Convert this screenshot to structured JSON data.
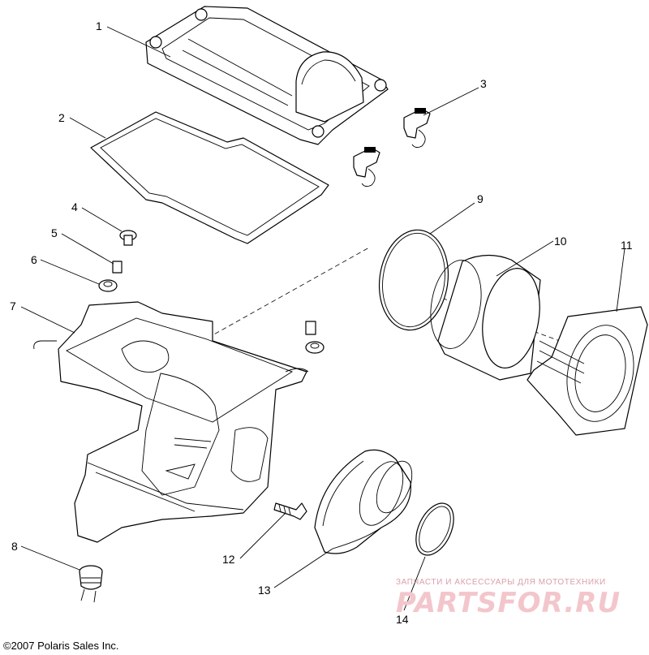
{
  "callouts": [
    {
      "id": "p1",
      "label": "1"
    },
    {
      "id": "p2",
      "label": "2"
    },
    {
      "id": "p3",
      "label": "3"
    },
    {
      "id": "p4",
      "label": "4"
    },
    {
      "id": "p5",
      "label": "5"
    },
    {
      "id": "p6",
      "label": "6"
    },
    {
      "id": "p7",
      "label": "7"
    },
    {
      "id": "p8",
      "label": "8"
    },
    {
      "id": "p9",
      "label": "9"
    },
    {
      "id": "p10",
      "label": "10"
    },
    {
      "id": "p11",
      "label": "11"
    },
    {
      "id": "p12",
      "label": "12"
    },
    {
      "id": "p13",
      "label": "13"
    },
    {
      "id": "p14",
      "label": "14"
    }
  ],
  "copyright": "©2007 Polaris Sales Inc.",
  "watermark": {
    "tagline": "ЗАПЧАСТИ И АКСЕССУАРЫ ДЛЯ МОТОТЕХНИКИ",
    "logo": "PARTSFOR.RU"
  },
  "colors": {
    "ink": "#000000",
    "watermark_text": "#d9a0a8",
    "watermark_logo": "#f3c6cc"
  }
}
